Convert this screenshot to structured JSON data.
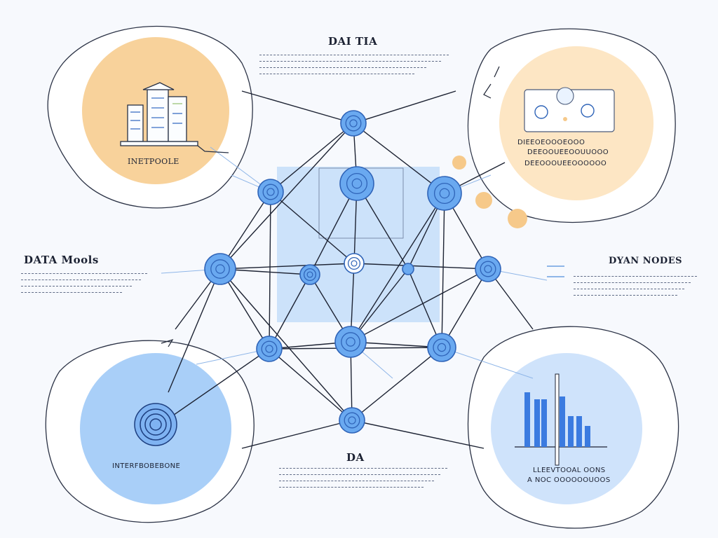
{
  "labels": {
    "top_title": "DAI TIA",
    "left_title": "DATA Mools",
    "right_title": "DYAN NODES",
    "bottom_title": "DA",
    "top_left_caption": "INETPOOLE",
    "bottom_left_caption": "INTERFBOBEBONE",
    "right_text": [
      "DIEEOEOOOEOOO",
      "DEEOOUEEOOUUOOO",
      "DEEOOOUEEOOOOOO"
    ],
    "bottom_right_text": [
      "LLEEVTOOAL OONS",
      "A NOC OOOOOOUOOS"
    ]
  },
  "colors": {
    "node_blue": "#6aa9f0",
    "node_stroke": "#2f64b8",
    "orange_fill": "#f8d29b",
    "blue_fill": "#a9cff8",
    "line": "#1d2333",
    "orange_dot": "#f6c98a"
  },
  "icons": {
    "top_left": "building-icon",
    "top_right": "card-with-sensor-icons",
    "bottom_left": "target-spiral-icon",
    "bottom_right": "bar-chart-icon",
    "nodes": "spiral-node-icon"
  }
}
